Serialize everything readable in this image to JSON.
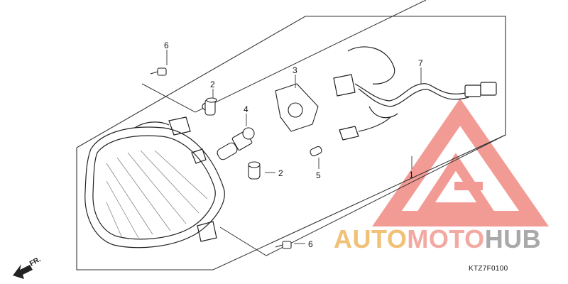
{
  "diagram": {
    "callouts": {
      "c1": "1",
      "c2a": "2",
      "c2b": "2",
      "c3": "3",
      "c4": "4",
      "c5": "5",
      "c6a": "6",
      "c6b": "6",
      "c7": "7"
    },
    "front_indicator": "FR.",
    "diagram_code": "KTZ7F0100"
  },
  "watermark": {
    "part1": "AUTO",
    "part2": "MOTO",
    "part3": "HUB",
    "colors": {
      "auto": "#f0c177",
      "moto": "#f2a9a2",
      "hub": "#a9a9a9",
      "logo": "#f08a83"
    }
  }
}
